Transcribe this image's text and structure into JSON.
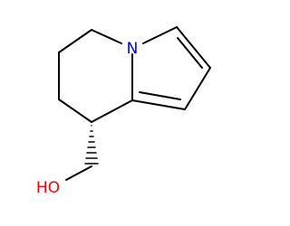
{
  "molecule": {
    "atoms": {
      "nitrogen": {
        "label": "N",
        "color": "#0000ff"
      },
      "hydroxyl": {
        "label": "HO",
        "color": "#ff0000"
      }
    },
    "bond_color": "#000000",
    "stereo": "wedge-hash"
  }
}
